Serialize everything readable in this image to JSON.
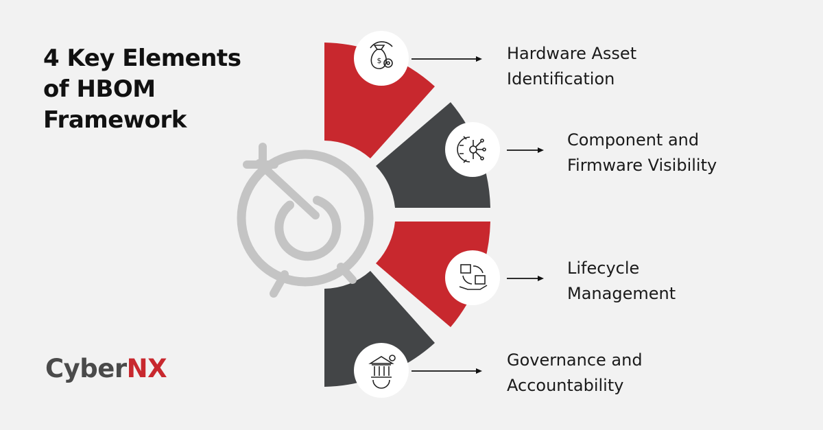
{
  "title": {
    "lines": [
      "4 Key Elements",
      "of HBOM",
      "Framework"
    ]
  },
  "items": [
    {
      "lines": [
        "Hardware Asset",
        "Identification"
      ],
      "icon": "money-bag-gear-icon",
      "segment_color": "#c8282e"
    },
    {
      "lines": [
        "Component and",
        "Firmware Visibility"
      ],
      "icon": "gear-circuit-icon",
      "segment_color": "#434547"
    },
    {
      "lines": [
        "Lifecycle",
        "Management"
      ],
      "icon": "boxes-cycle-hand-icon",
      "segment_color": "#c8282e"
    },
    {
      "lines": [
        "Governance and",
        "Accountability"
      ],
      "icon": "institution-gear-icon",
      "segment_color": "#434547"
    }
  ],
  "logo": {
    "cyber": "Cyber",
    "nx": "NX"
  },
  "colors": {
    "red": "#c8282e",
    "dark": "#434547",
    "target": "#c4c4c4",
    "background": "#f2f2f2"
  }
}
